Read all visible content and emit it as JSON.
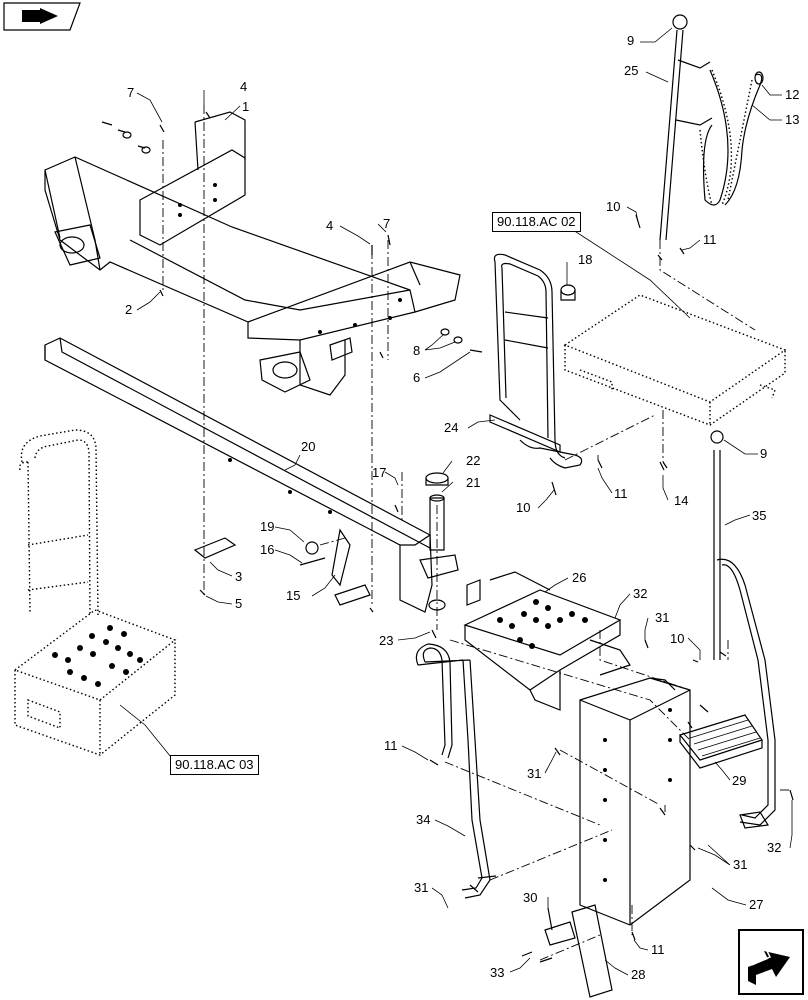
{
  "nav_icon": "book-arrow-icon",
  "callouts": [
    {
      "text": "9"
    },
    {
      "text": "25"
    },
    {
      "text": "12"
    },
    {
      "text": "13"
    },
    {
      "text": "7"
    },
    {
      "text": "4"
    },
    {
      "text": "1"
    },
    {
      "text": "10"
    },
    {
      "text": "11"
    },
    {
      "text": "4"
    },
    {
      "text": "7"
    },
    {
      "text": "18"
    },
    {
      "text": "2"
    },
    {
      "text": "8"
    },
    {
      "text": "6"
    },
    {
      "text": "24"
    },
    {
      "text": "20"
    },
    {
      "text": "9"
    },
    {
      "text": "22"
    },
    {
      "text": "17"
    },
    {
      "text": "21"
    },
    {
      "text": "10"
    },
    {
      "text": "11"
    },
    {
      "text": "14"
    },
    {
      "text": "35"
    },
    {
      "text": "19"
    },
    {
      "text": "16"
    },
    {
      "text": "3"
    },
    {
      "text": "15"
    },
    {
      "text": "5"
    },
    {
      "text": "26"
    },
    {
      "text": "32"
    },
    {
      "text": "31"
    },
    {
      "text": "10"
    },
    {
      "text": "23"
    },
    {
      "text": "11"
    },
    {
      "text": "31"
    },
    {
      "text": "29"
    },
    {
      "text": "34"
    },
    {
      "text": "31"
    },
    {
      "text": "32"
    },
    {
      "text": "31"
    },
    {
      "text": "30"
    },
    {
      "text": "27"
    },
    {
      "text": "11"
    },
    {
      "text": "33"
    },
    {
      "text": "28"
    }
  ],
  "refs": [
    {
      "text": "90.118.AC 02"
    },
    {
      "text": "90.118.AC 03"
    }
  ]
}
